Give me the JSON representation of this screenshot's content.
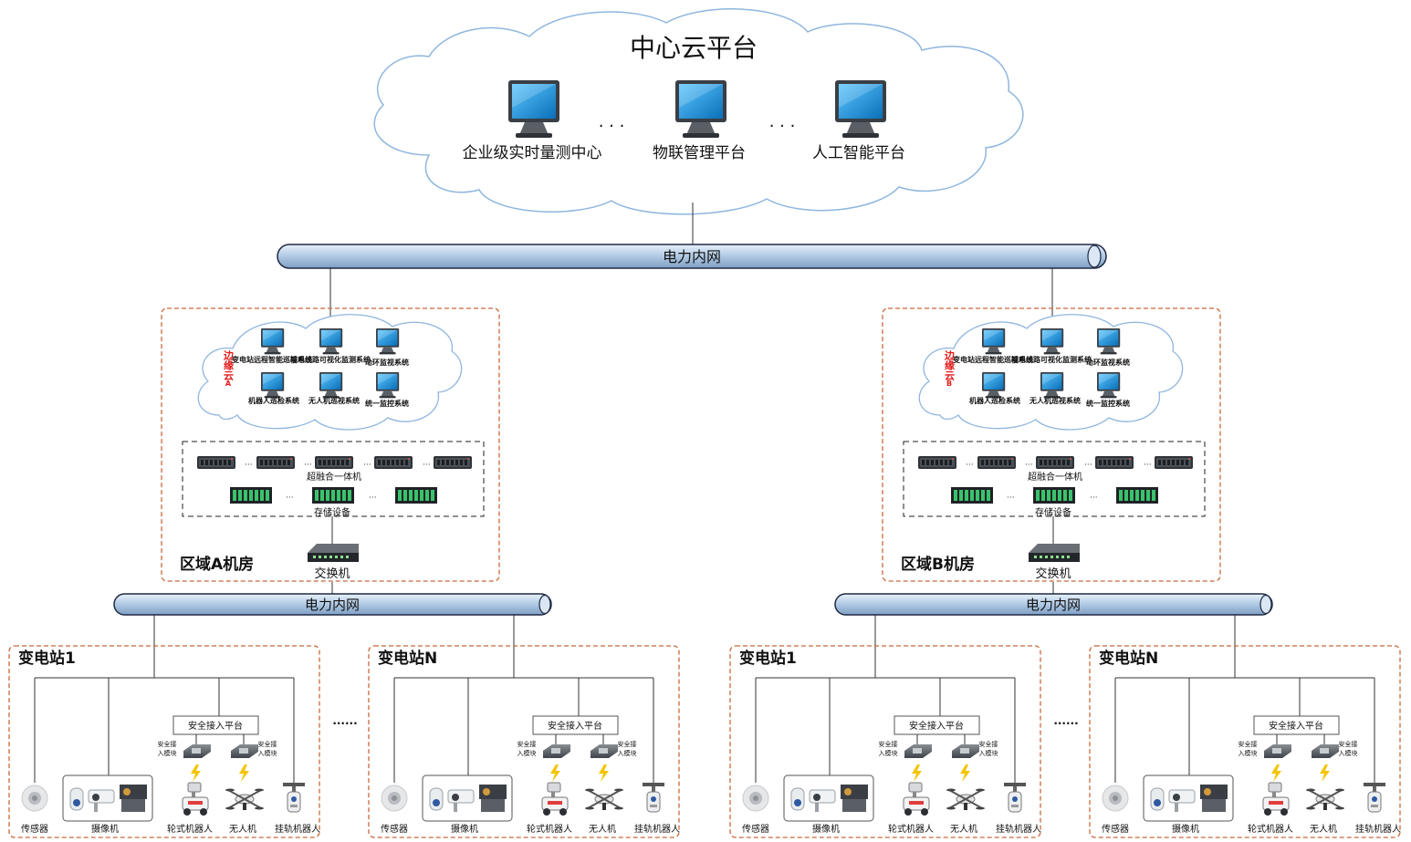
{
  "center_cloud": {
    "title": "中心云平台",
    "platforms": [
      "企业级实时量测中心",
      "物联管理平台",
      "人工智能平台"
    ],
    "ellipsis": "· · ·"
  },
  "network": {
    "backbone_label": "电力内网",
    "regional_label": "电力内网"
  },
  "regions": [
    {
      "room_label": "区域A机房",
      "edge_cloud_label": "边缘云",
      "edge_cloud_letter": "A",
      "systems": [
        "变电站远程智能巡视系统",
        "输电线路可视化监测系统",
        "动环监视系统",
        "机器人巡检系统",
        "无人机巡视系统",
        "统一监控系统"
      ],
      "server_label": "超融合一体机",
      "storage_label": "存储设备",
      "switch_label": "交换机"
    },
    {
      "room_label": "区域B机房",
      "edge_cloud_label": "边缘云",
      "edge_cloud_letter": "B",
      "systems": [
        "变电站远程智能巡视系统",
        "输电线路可视化监测系统",
        "动环监视系统",
        "机器人巡检系统",
        "无人机巡视系统",
        "统一监控系统"
      ],
      "server_label": "超融合一体机",
      "storage_label": "存储设备",
      "switch_label": "交换机"
    }
  ],
  "stations": [
    {
      "name": "变电站1"
    },
    {
      "name": "变电站N"
    },
    {
      "name": "变电站1"
    },
    {
      "name": "变电站N"
    }
  ],
  "station_devices": {
    "secure_platform": "安全接入平台",
    "secure_module": "安全接入模块",
    "sensor": "传感器",
    "camera": "摄像机",
    "wheeled_robot": "轮式机器人",
    "drone": "无人机",
    "rail_robot": "挂轨机器人"
  },
  "station_ellipsis": "······",
  "colors": {
    "pipe_fill": "#b5cde6",
    "pipe_stroke": "#1f2a44",
    "dash_orange": "#c8693a",
    "cloud_stroke": "#8fb6de",
    "edge_cloud_label": "#e31b1b",
    "monitor_screen": "#1b8fd6"
  }
}
